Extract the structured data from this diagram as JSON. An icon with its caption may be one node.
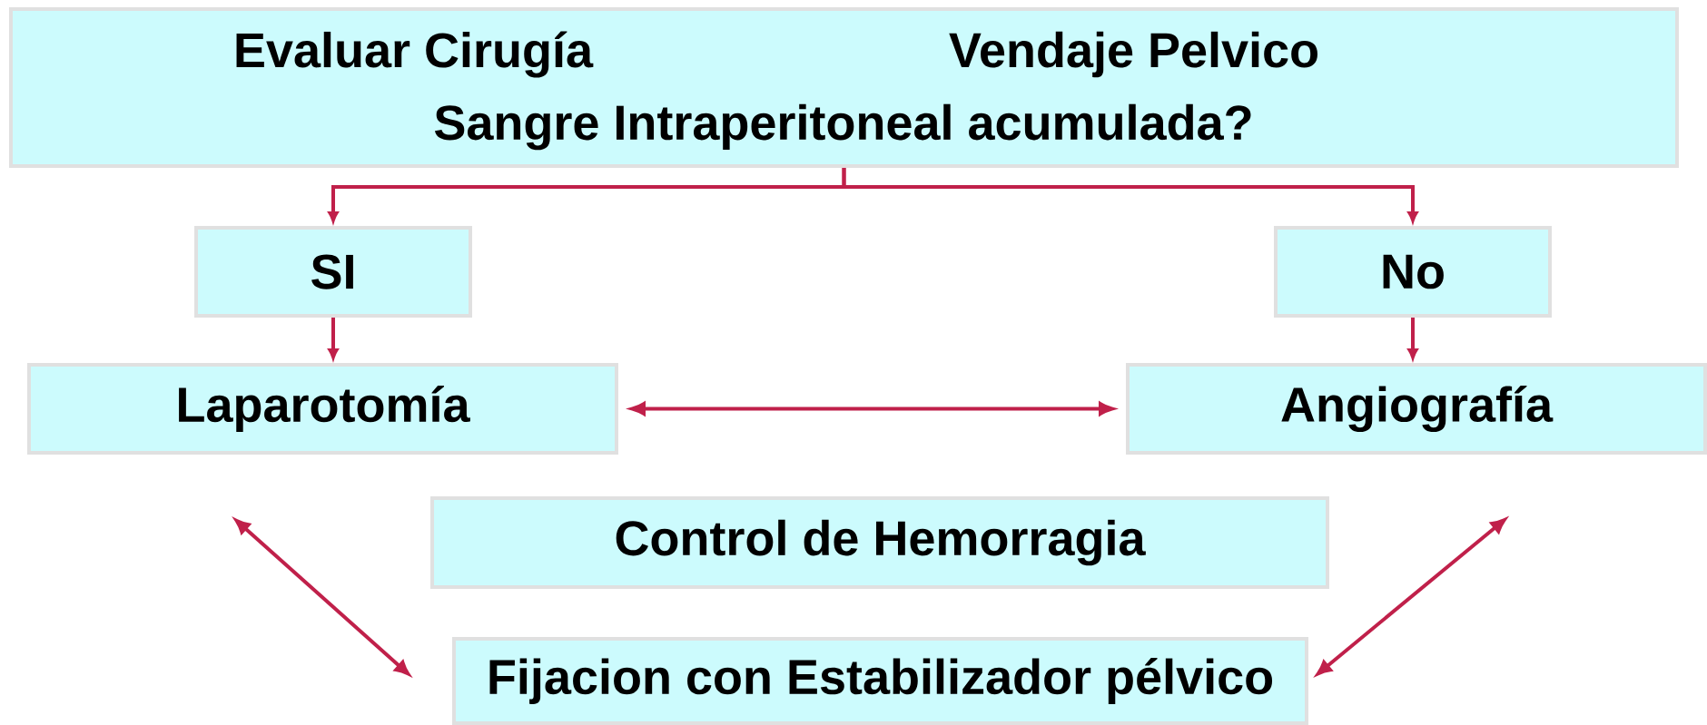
{
  "diagram": {
    "nodes": [
      {
        "text": [
          "Evaluar Cirugía",
          "Vendaje Pelvico",
          "Sangre Intraperitoneal acumulada?"
        ]
      },
      {
        "text": [
          "SI"
        ]
      },
      {
        "text": [
          "No"
        ]
      },
      {
        "text": [
          "Laparotomía"
        ]
      },
      {
        "text": [
          "Angiografía"
        ]
      },
      {
        "text": [
          "Control de Hemorragia"
        ]
      },
      {
        "text": [
          "Fijacion  con Estabilizador pélvico"
        ]
      }
    ],
    "edges": [
      {
        "from": 0,
        "to": 1,
        "arrow": "to"
      },
      {
        "from": 0,
        "to": 2,
        "arrow": "to"
      },
      {
        "from": 1,
        "to": 3,
        "arrow": "to"
      },
      {
        "from": 2,
        "to": 4,
        "arrow": "to"
      },
      {
        "from": 3,
        "to": 4,
        "arrow": "both"
      },
      {
        "from": 3,
        "to": 6,
        "arrow": "both"
      },
      {
        "from": 4,
        "to": 6,
        "arrow": "both"
      }
    ]
  }
}
